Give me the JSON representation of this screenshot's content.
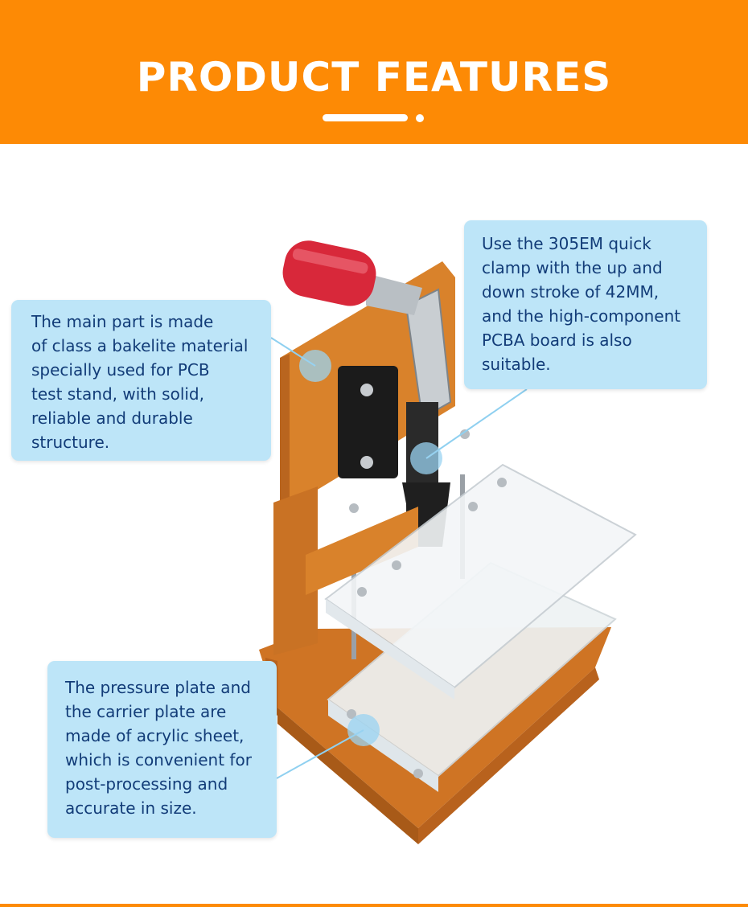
{
  "header": {
    "title": "PRODUCT FEATURES",
    "bg_color": "#fd8a05",
    "title_color": "#ffffff"
  },
  "callouts": [
    {
      "lines": [
        "The main part is made",
        "of class a bakelite material",
        "specially used for PCB",
        "test stand, with solid,",
        "reliable and durable",
        "structure."
      ]
    },
    {
      "lines": [
        "Use the 305EM quick",
        "clamp with the up and",
        "down stroke of 42MM,",
        "and the high-component",
        "PCBA board is also",
        "suitable."
      ]
    },
    {
      "lines": [
        "The pressure plate and",
        "the carrier plate are",
        "made of acrylic sheet,",
        "which is convenient for",
        "post-processing and",
        "accurate in size."
      ]
    }
  ],
  "colors": {
    "callout_bg": "#bde5f8",
    "callout_text": "#123c78",
    "bakelite": "#d9822b",
    "handle": "#d8283a",
    "acrylic": "#eef2f4"
  }
}
